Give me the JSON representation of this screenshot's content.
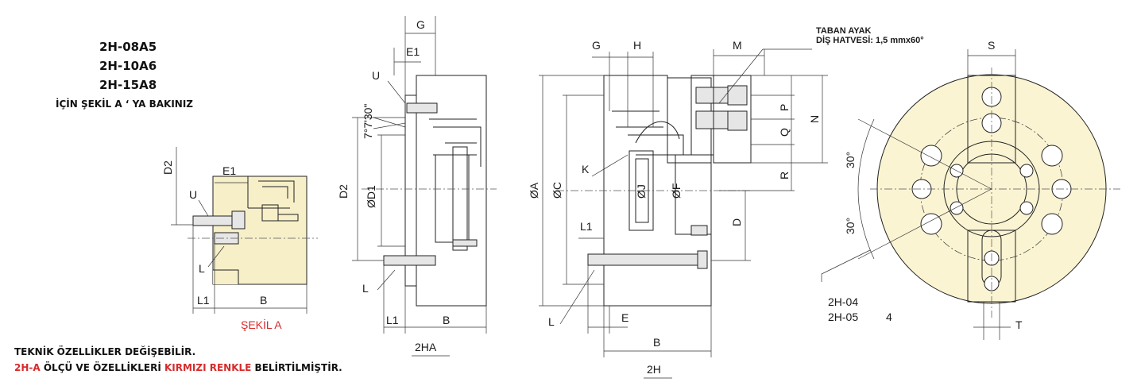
{
  "models": [
    "2H-08A5",
    "2H-10A6",
    "2H-15A8"
  ],
  "models_note": "İÇİN ŞEKİL  A ‘ YA BAKINIZ",
  "figure_a_title": "ŞEKİL A",
  "notes": {
    "line1": "TEKNİK ÖZELLİKLER DEĞİŞEBİLİR.",
    "line2_part1": "2H-A",
    "line2_part2": " ÖLÇÜ VE ÖZELLİKLERİ ",
    "line2_part3": "KIRMIZI RENKLE",
    "line2_part4": " BELİRTİLMİŞTİR."
  },
  "thread_note": {
    "line1": "TABAN AYAK",
    "line2": "DİŞ HATVESİ: 1,5 mmx60°"
  },
  "dims": {
    "D2": "D2",
    "E1": "E1",
    "U": "U",
    "L": "L",
    "L1": "L1",
    "B": "B",
    "G": "G",
    "H": "H",
    "M": "M",
    "P": "P",
    "Q": "Q",
    "N": "N",
    "R": "R",
    "K": "K",
    "J": "ØJ",
    "F": "ØF",
    "D": "D",
    "E": "E",
    "A": "ØA",
    "C": "ØC",
    "D1": "ØD1",
    "angle": "7°7'30\"",
    "S": "S",
    "T": "T",
    "angle30a": "30°",
    "angle30b": "30°"
  },
  "views": {
    "view2": "2HA",
    "view3": "2H"
  },
  "table": [
    {
      "model": "2H-04",
      "value": ""
    },
    {
      "model": "2H-05",
      "value": "4"
    }
  ]
}
